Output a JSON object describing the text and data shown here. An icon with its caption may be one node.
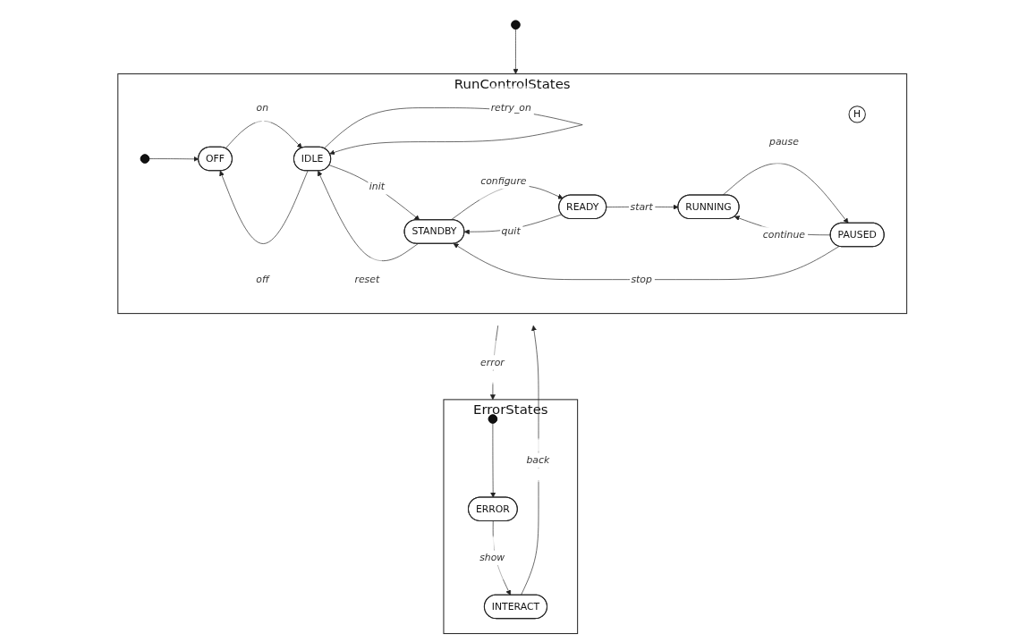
{
  "diagram": {
    "nodes": [
      {
        "text": [
          "RunControlStates"
        ]
      },
      {
        "text": [
          "H"
        ],
        "in": 0
      },
      {
        "text": [],
        "shape": "circle",
        "in": 0
      },
      {
        "text": [
          "OFF"
        ],
        "in": 0
      },
      {
        "text": [
          "IDLE"
        ],
        "in": 0
      },
      {
        "text": [
          "STANDBY"
        ],
        "in": 0
      },
      {
        "text": [
          "READY"
        ],
        "in": 0
      },
      {
        "text": [
          "PAUSED"
        ],
        "in": 0
      },
      {
        "text": [
          "RUNNING"
        ],
        "in": 0
      },
      {
        "text": [],
        "shape": "circle"
      },
      {
        "text": [
          "ErrorStates"
        ]
      },
      {
        "text": [],
        "shape": "circle",
        "in": 10
      },
      {
        "text": [
          "ERROR"
        ],
        "in": 10
      },
      {
        "text": [
          "INTERACT"
        ],
        "in": 10
      }
    ],
    "edges": [
      {
        "from": 9,
        "to": 0,
        "arrow": "to"
      },
      {
        "from": 2,
        "to": 3,
        "arrow": "to"
      },
      {
        "from": 3,
        "to": 4,
        "label": "on",
        "arrow": "to"
      },
      {
        "from": 4,
        "to": 3,
        "label": "off",
        "arrow": "to"
      },
      {
        "from": 4,
        "to": 4,
        "label": "retry_on",
        "arrow": "to"
      },
      {
        "from": 4,
        "to": 5,
        "label": "init",
        "arrow": "to"
      },
      {
        "from": 5,
        "to": 4,
        "label": "reset",
        "arrow": "to"
      },
      {
        "from": 5,
        "to": 6,
        "label": "configure",
        "arrow": "to"
      },
      {
        "from": 6,
        "to": 5,
        "label": "quit",
        "arrow": "to"
      },
      {
        "from": 6,
        "to": 8,
        "label": "start",
        "arrow": "to"
      },
      {
        "from": 7,
        "to": 8,
        "label": "continue",
        "arrow": "to"
      },
      {
        "from": 8,
        "to": 7,
        "label": "pause",
        "arrow": "to"
      },
      {
        "from": 7,
        "to": 5,
        "label": "stop",
        "arrow": "to"
      },
      {
        "from": 0,
        "to": 10,
        "label": "error",
        "arrow": "to"
      },
      {
        "from": 11,
        "to": 12,
        "arrow": "to"
      },
      {
        "from": 12,
        "to": 13,
        "label": "show",
        "arrow": "to"
      },
      {
        "from": 13,
        "to": 0,
        "label": "back",
        "arrow": "to"
      }
    ]
  }
}
